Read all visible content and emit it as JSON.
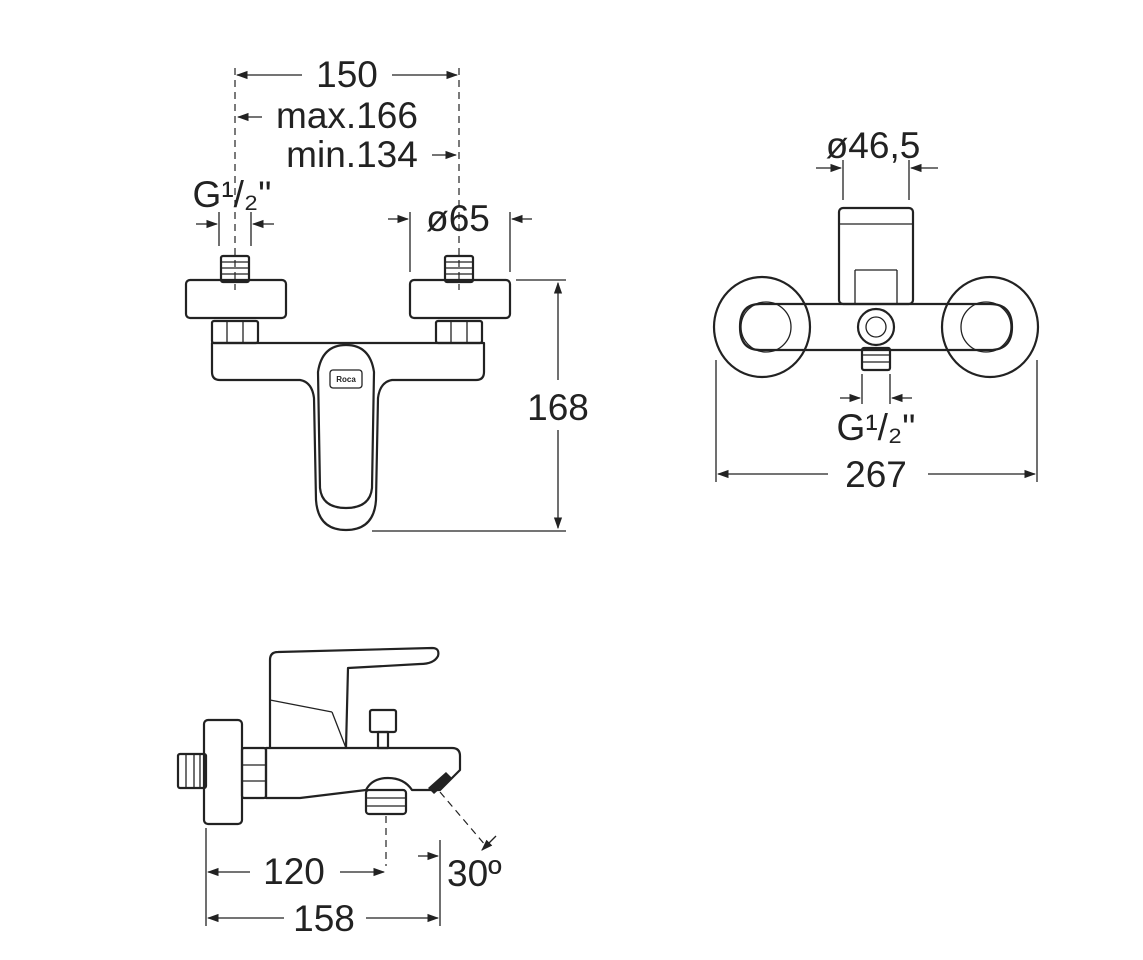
{
  "front_view": {
    "dim_centers": "150",
    "dim_max": "max.166",
    "dim_min": "min.134",
    "thread_label": "G¹/₂\"",
    "dim_escutcheon": "ø65",
    "dim_height": "168",
    "brand": "Roca"
  },
  "top_view": {
    "dim_handle": "ø46,5",
    "thread_label": "G¹/₂\"",
    "dim_width": "267"
  },
  "side_view": {
    "dim_outlet": "120",
    "dim_spout": "158",
    "dim_angle": "30º"
  }
}
